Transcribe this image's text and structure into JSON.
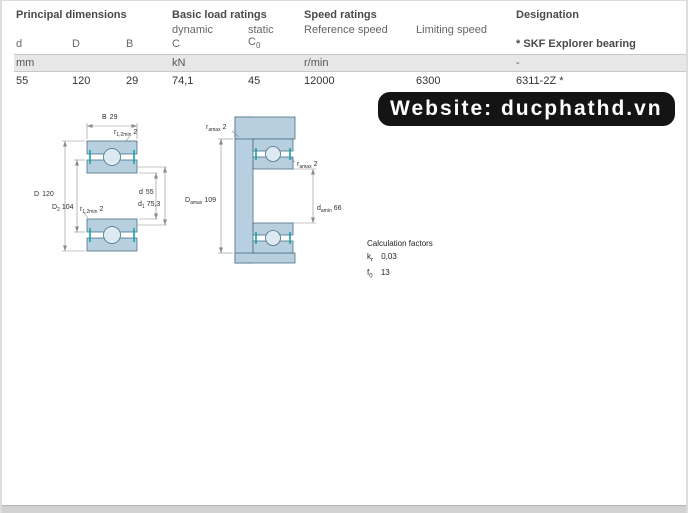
{
  "table": {
    "groups": [
      "Principal dimensions",
      "Basic load ratings",
      "Speed ratings",
      "Designation"
    ],
    "subheaders": {
      "dynamic": "dynamic",
      "static": "static",
      "reference_speed": "Reference speed",
      "limiting_speed": "Limiting speed"
    },
    "symbols": {
      "d": "d",
      "D": "D",
      "B": "B",
      "C": "C",
      "C0_main": "C",
      "C0_sub": "0",
      "explorer_note": "* SKF Explorer bearing"
    },
    "units": {
      "dimensions": "mm",
      "load": "kN",
      "speed": "r/min",
      "designation": "-"
    },
    "row": {
      "d": "55",
      "D": "120",
      "B": "29",
      "dynamic_c": "74,1",
      "static_c0": "45",
      "reference_speed": "12000",
      "limiting_speed": "6300",
      "designation": "6311-2Z *"
    }
  },
  "drawing_left": {
    "b_dim": {
      "main": "B",
      "value": "29"
    },
    "r_top": {
      "main": "r",
      "sub": "1,2min",
      "value": "2"
    },
    "D_dim": {
      "main": "D",
      "value": "120"
    },
    "D2_dim": {
      "main": "D",
      "sub": "2",
      "value": "104"
    },
    "d_dim": {
      "main": "d",
      "value": "55"
    },
    "d1_dim": {
      "main": "d",
      "sub": "1",
      "value": "75,3"
    },
    "r_bottom": {
      "main": "r",
      "sub": "1,2min",
      "value": "2"
    }
  },
  "drawing_right": {
    "ra_top": {
      "main": "r",
      "sub": "amax",
      "value": "2"
    },
    "Da_dim": {
      "main": "D",
      "sub": "amax",
      "value": "109"
    },
    "ra_mid": {
      "main": "r",
      "sub": "amax",
      "value": "2"
    },
    "da_dim": {
      "main": "d",
      "sub": "amin",
      "value": "66"
    }
  },
  "watermark": {
    "text": "Website: ducphathd.vn"
  },
  "calculation_factors": {
    "title": "Calculation factors",
    "kr": {
      "main": "k",
      "sub": "r",
      "value": "0,03"
    },
    "f0": {
      "main": "f",
      "sub": "0",
      "value": "13"
    }
  },
  "colors": {
    "bearing_fill": "#b7cfdf",
    "bearing_stroke": "#4a7086",
    "shield_teal": "#14a3a8",
    "units_band": "#e7e7e7",
    "watermark_bg": "#141414",
    "watermark_text": "#ffffff",
    "page_border": "#dcdcdc",
    "dim_line": "#8a8a8a",
    "heading_text": "#4a4a4a",
    "body_text": "#333333"
  }
}
